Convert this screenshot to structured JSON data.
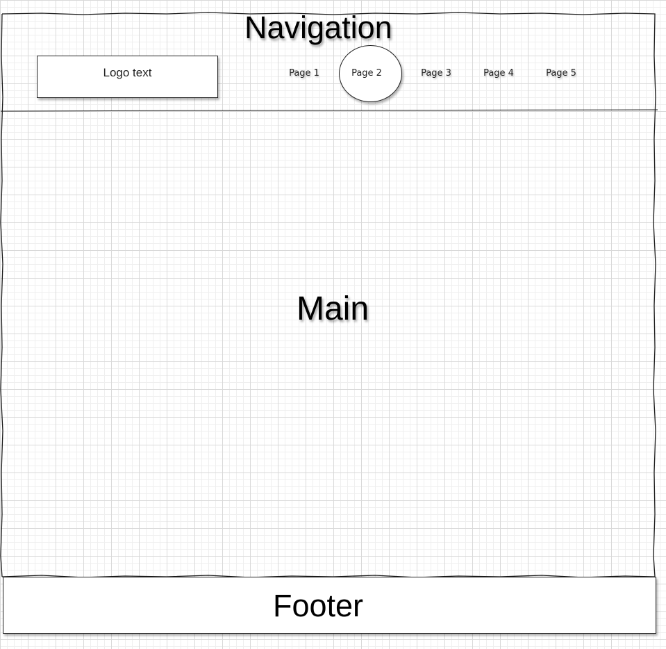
{
  "navigation": {
    "title": "Navigation",
    "logo_text": "Logo text",
    "pages": [
      "Page 1",
      "Page 2",
      "Page 3",
      "Page 4",
      "Page 5"
    ],
    "active_page": "Page 2"
  },
  "main": {
    "title": "Main"
  },
  "footer": {
    "title": "Footer"
  },
  "colors": {
    "stroke": "#222222",
    "background": "#ffffff",
    "grid_major": "#d9d9d9",
    "grid_minor": "#efefef"
  }
}
